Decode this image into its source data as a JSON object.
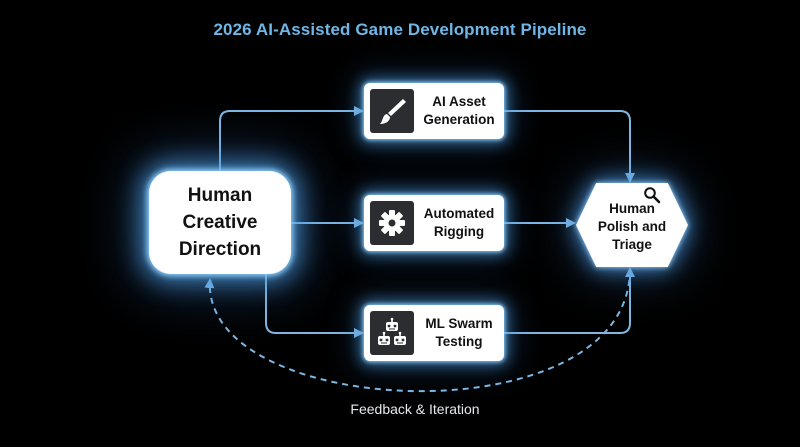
{
  "diagram": {
    "title": "2026 AI-Assisted Game Development Pipeline",
    "nodes": {
      "human_direction": "Human\nCreative\nDirection",
      "ai_asset": "AI Asset\nGeneration",
      "rigging": "Automated\nRigging",
      "ml_testing": "ML Swarm\nTesting",
      "polish": "Human\nPolish and\nTriage"
    },
    "feedback_label": "Feedback & Iteration",
    "icons": {
      "ai_asset": "paintbrush-icon",
      "rigging": "gear-icon",
      "ml_testing": "robots-icon",
      "polish": "magnifier-icon"
    },
    "colors": {
      "background": "#000000",
      "title": "#6fb6e6",
      "connector": "#7fb7e3",
      "glow": "#5aa8e6",
      "node_fill": "#ffffff",
      "icon_tile": "#2c2d31"
    }
  }
}
